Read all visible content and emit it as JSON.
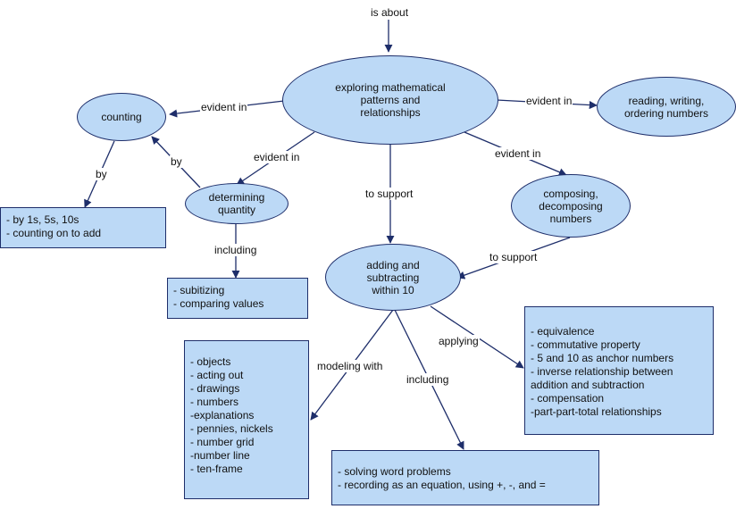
{
  "top_label": "is about",
  "nodes": {
    "central": "exploring mathematical patterns and relationships",
    "counting": "counting",
    "reading": "reading, writing, ordering numbers",
    "determining": "determining quantity",
    "composing": "composing, decomposing numbers",
    "adding": "adding and subtracting within 10"
  },
  "boxes": {
    "by_items": [
      "- by 1s, 5s, 10s",
      "- counting on to add"
    ],
    "subitizing_items": [
      "- subitizing",
      "- comparing values"
    ],
    "modeling_items": [
      "- objects",
      "- acting out",
      "- drawings",
      "- numbers",
      "-explanations",
      "- pennies, nickels",
      "- number grid",
      "-number line",
      "- ten-frame"
    ],
    "applying_items": [
      "- equivalence",
      "- commutative property",
      "- 5 and 10 as anchor numbers",
      "- inverse relationship between addition and subtraction",
      "- compensation",
      "-part-part-total relationships"
    ],
    "word_items": [
      "- solving word problems",
      "- recording as an equation, using +, -, and ="
    ]
  },
  "links": {
    "evident_in_left": "evident in",
    "evident_in_right": "evident in",
    "evident_in_mid": "evident in",
    "evident_in_comp": "evident in",
    "by_counting": "by",
    "by_determining": "by",
    "including_det": "including",
    "to_support_center": "to support",
    "to_support_comp": "to support",
    "modeling_with": "modeling with",
    "including_add": "including",
    "applying": "applying"
  }
}
